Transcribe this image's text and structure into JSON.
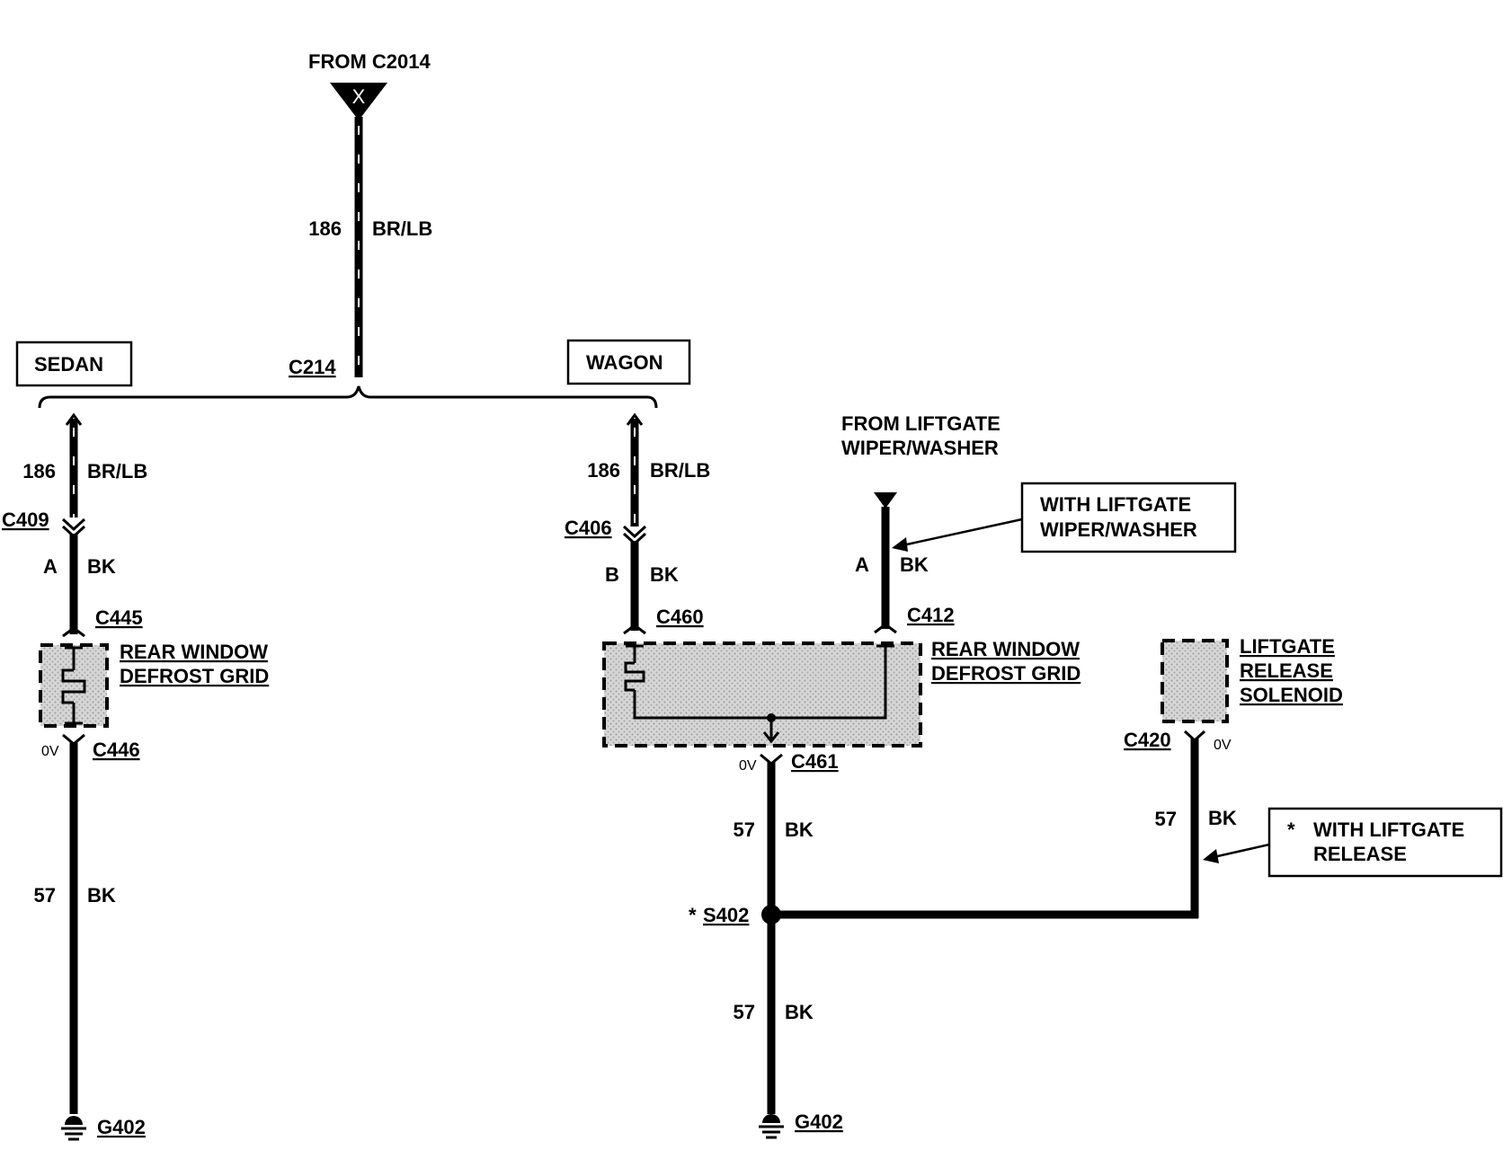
{
  "source": {
    "label": "FROM C2014",
    "symbol": "X"
  },
  "main_wire": {
    "circuit": "186",
    "color": "BR/LB"
  },
  "splice_connector": "C214",
  "variants": {
    "sedan": "SEDAN",
    "wagon": "WAGON"
  },
  "sedan": {
    "wire1": {
      "circuit": "186",
      "color": "BR/LB"
    },
    "conn1": "C409",
    "pin": "A",
    "pin_color": "BK",
    "conn2": "C445",
    "component": [
      "REAR WINDOW",
      "DEFROST GRID"
    ],
    "voltage": "0V",
    "conn3": "C446",
    "ground_wire": {
      "circuit": "57",
      "color": "BK"
    },
    "ground": "G402"
  },
  "wagon": {
    "wire1": {
      "circuit": "186",
      "color": "BR/LB"
    },
    "conn1": "C406",
    "pin": "B",
    "pin_color": "BK",
    "conn2": "C460",
    "component": [
      "REAR WINDOW",
      "DEFROST GRID"
    ],
    "voltage": "0V",
    "conn3": "C461",
    "wire_upper": {
      "circuit": "57",
      "color": "BK"
    },
    "splice": "S402",
    "splice_star": "*",
    "wire_lower": {
      "circuit": "57",
      "color": "BK"
    },
    "ground": "G402"
  },
  "liftgate_wiper": {
    "source": [
      "FROM LIFTGATE",
      "WIPER/WASHER"
    ],
    "pin": "A",
    "pin_color": "BK",
    "conn": "C412",
    "note": [
      "WITH LIFTGATE",
      "WIPER/WASHER"
    ]
  },
  "liftgate_release": {
    "component": [
      "LIFTGATE",
      "RELEASE",
      "SOLENOID"
    ],
    "conn": "C420",
    "voltage": "0V",
    "wire": {
      "circuit": "57",
      "color": "BK"
    },
    "note_star": "*",
    "note": [
      "WITH LIFTGATE",
      "RELEASE"
    ]
  }
}
